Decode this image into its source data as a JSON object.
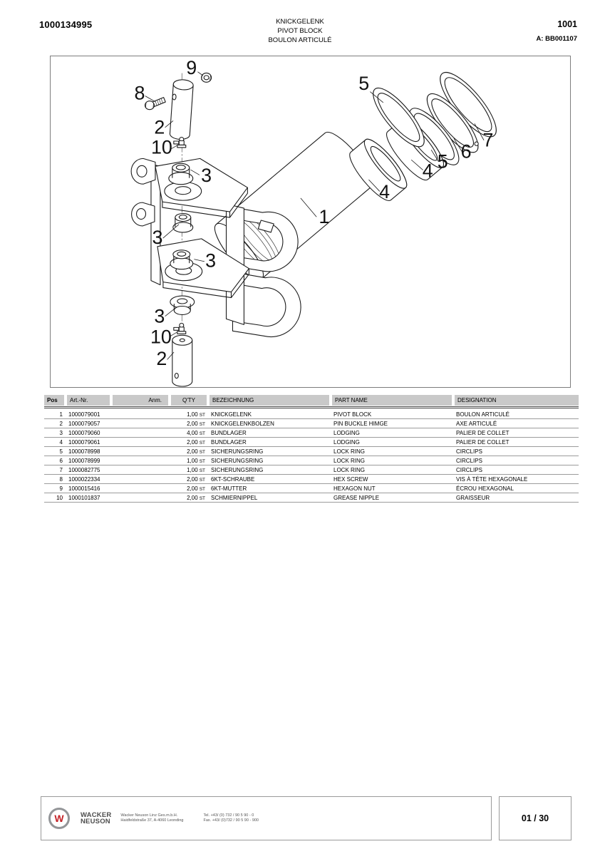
{
  "header": {
    "doc_number": "1000134995",
    "title_de": "KNICKGELENK",
    "title_en": "PIVOT BLOCK",
    "title_fr": "BOULON ARTICULÉ",
    "page_code": "1001",
    "revision": "A: BB001107"
  },
  "diagram": {
    "description": "Exploded isometric line drawing of pivot block assembly with numbered callouts",
    "callouts": [
      "9",
      "8",
      "2",
      "10",
      "3",
      "3",
      "3",
      "3",
      "10",
      "2",
      "1",
      "4",
      "4",
      "5",
      "5",
      "6",
      "7"
    ]
  },
  "table": {
    "columns": [
      "Pos",
      "Art.-Nr.",
      "Anm.",
      "Q'TY",
      "BEZEICHNUNG",
      "PART NAME",
      "DESIGNATION"
    ],
    "rows": [
      {
        "pos": "1",
        "art_nr": "1000079001",
        "anm": "",
        "qty": "1,00",
        "unit": "ST",
        "bezeichnung": "KNICKGELENK",
        "part_name": "PIVOT BLOCK",
        "designation": "BOULON ARTICULÉ"
      },
      {
        "pos": "2",
        "art_nr": "1000079057",
        "anm": "",
        "qty": "2,00",
        "unit": "ST",
        "bezeichnung": "KNICKGELENKBOLZEN",
        "part_name": "PIN BUCKLE HIMGE",
        "designation": "AXE ARTICULÉ"
      },
      {
        "pos": "3",
        "art_nr": "1000079060",
        "anm": "",
        "qty": "4,00",
        "unit": "ST",
        "bezeichnung": "BUNDLAGER",
        "part_name": "LODGING",
        "designation": "PALIER DE COLLET"
      },
      {
        "pos": "4",
        "art_nr": "1000079061",
        "anm": "",
        "qty": "2,00",
        "unit": "ST",
        "bezeichnung": "BUNDLAGER",
        "part_name": "LODGING",
        "designation": "PALIER DE COLLET"
      },
      {
        "pos": "5",
        "art_nr": "1000078998",
        "anm": "",
        "qty": "2,00",
        "unit": "ST",
        "bezeichnung": "SICHERUNGSRING",
        "part_name": "LOCK RING",
        "designation": "CIRCLIPS"
      },
      {
        "pos": "6",
        "art_nr": "1000078999",
        "anm": "",
        "qty": "1,00",
        "unit": "ST",
        "bezeichnung": "SICHERUNGSRING",
        "part_name": "LOCK RING",
        "designation": "CIRCLIPS"
      },
      {
        "pos": "7",
        "art_nr": "1000082775",
        "anm": "",
        "qty": "1,00",
        "unit": "ST",
        "bezeichnung": "SICHERUNGSRING",
        "part_name": "LOCK RING",
        "designation": "CIRCLIPS"
      },
      {
        "pos": "8",
        "art_nr": "1000022334",
        "anm": "",
        "qty": "2,00",
        "unit": "ST",
        "bezeichnung": "6KT-SCHRAUBE",
        "part_name": "HEX SCREW",
        "designation": "VIS À TÉTE HEXAGONALE"
      },
      {
        "pos": "9",
        "art_nr": "1000015416",
        "anm": "",
        "qty": "2,00",
        "unit": "ST",
        "bezeichnung": "6KT-MUTTER",
        "part_name": "HEXAGON NUT",
        "designation": "ÉCROU HEXAGONAL"
      },
      {
        "pos": "10",
        "art_nr": "1000101837",
        "anm": "",
        "qty": "2,00",
        "unit": "ST",
        "bezeichnung": "SCHMIERNIPPEL",
        "part_name": "GREASE NIPPLE",
        "designation": "GRAISSEUR"
      }
    ]
  },
  "footer": {
    "logo_letter": "W",
    "brand_line1": "WACKER",
    "brand_line2": "NEUSON",
    "company_line1": "Wacker Neuson Linz  Ges.m.b.H.",
    "company_line2": "Haidfeldstraße 37, A-4060 Leonding",
    "tel": "Tel. +43/ (0) 732 / 90 5 90 - 0",
    "fax": "Fax. +43/ (0)732 / 90 5 90 - 900",
    "page_indicator": "01 / 30"
  },
  "colors": {
    "logo_red": "#c42328",
    "logo_gray": "#939598",
    "table_header_bg": "#c9c9c9",
    "line_art": "#1b1b1b"
  }
}
